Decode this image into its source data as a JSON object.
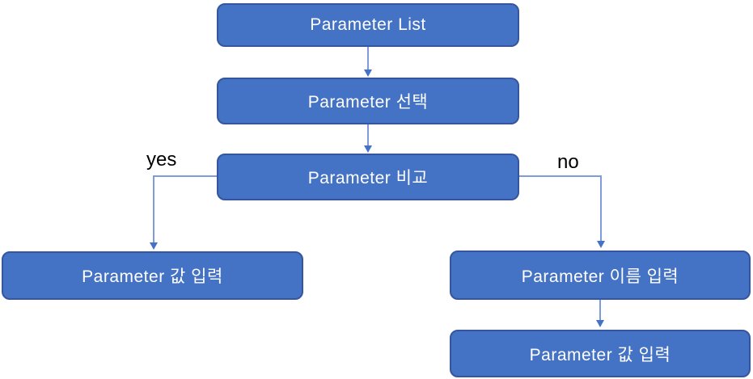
{
  "diagram": {
    "type": "flowchart",
    "nodes": [
      {
        "id": "parameter-list",
        "label": "Parameter List"
      },
      {
        "id": "parameter-select",
        "label": "Parameter 선택"
      },
      {
        "id": "parameter-compare",
        "label": "Parameter 비교"
      },
      {
        "id": "parameter-value-input-left",
        "label": "Parameter 값 입력"
      },
      {
        "id": "parameter-name-input",
        "label": "Parameter 이름 입력"
      },
      {
        "id": "parameter-value-input-right",
        "label": "Parameter 값 입력"
      }
    ],
    "edges": [
      {
        "from": "parameter-list",
        "to": "parameter-select",
        "label": ""
      },
      {
        "from": "parameter-select",
        "to": "parameter-compare",
        "label": ""
      },
      {
        "from": "parameter-compare",
        "to": "parameter-value-input-left",
        "label": "yes"
      },
      {
        "from": "parameter-compare",
        "to": "parameter-name-input",
        "label": "no"
      },
      {
        "from": "parameter-name-input",
        "to": "parameter-value-input-right",
        "label": ""
      }
    ],
    "colors": {
      "node_fill": "#4472C4",
      "node_border": "#35569E",
      "connector": "#7D9CD9",
      "arrowhead": "#4472C4",
      "node_text": "#FFFFFF",
      "label_text": "#000000"
    }
  }
}
